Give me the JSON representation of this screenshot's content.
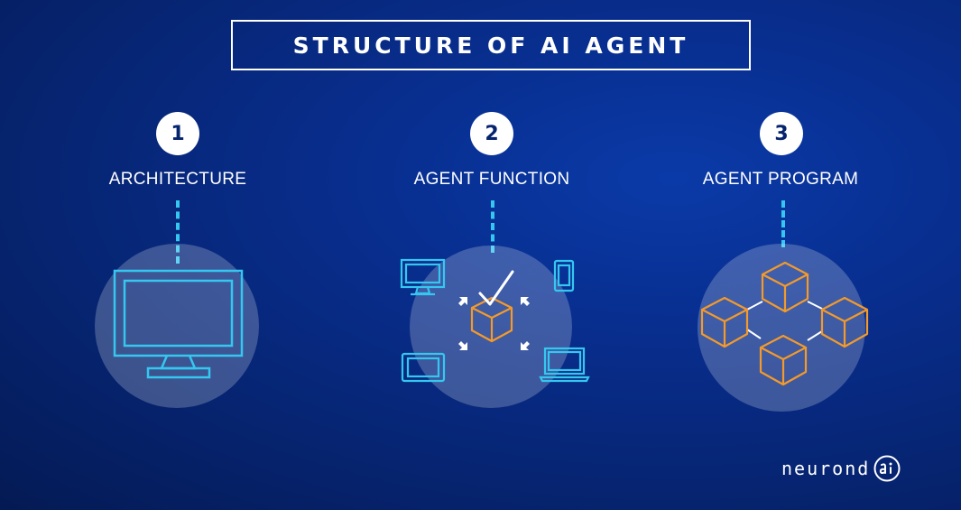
{
  "title": "STRUCTURE OF AI AGENT",
  "steps": [
    {
      "number": "1",
      "label": "ARCHITECTURE",
      "icon": "monitor-icon"
    },
    {
      "number": "2",
      "label": "AGENT FUNCTION",
      "icon": "devices-to-cube-icon"
    },
    {
      "number": "3",
      "label": "AGENT PROGRAM",
      "icon": "connected-cubes-icon"
    }
  ],
  "logo": {
    "text": "neurond",
    "mark": "ai"
  },
  "colors": {
    "background": "#06236e",
    "accent_cyan": "#35c7f0",
    "accent_orange": "#f39a2b",
    "white": "#ffffff"
  }
}
